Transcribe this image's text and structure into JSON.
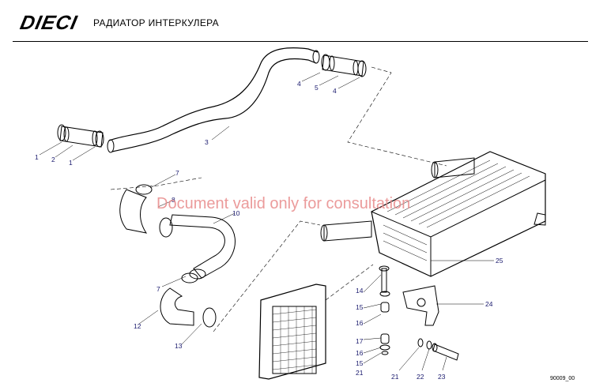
{
  "header": {
    "logo": "DIECI",
    "title": "РАДИАТОР ИНТЕРКУЛЕРА"
  },
  "watermark": "Document valid only for consultation",
  "doc_number": "90009_00",
  "callouts": {
    "c1a": "1",
    "c2": "2",
    "c1b": "1",
    "c3": "3",
    "c4a": "4",
    "c5": "5",
    "c4b": "4",
    "c7a": "7",
    "c8": "8",
    "c10": "10",
    "c7b": "7",
    "c12": "12",
    "c13": "13",
    "c14": "14",
    "c15a": "15",
    "c16a": "16",
    "c17": "17",
    "c16b": "16",
    "c15b": "15",
    "c21a": "21",
    "c21b": "21",
    "c22": "22",
    "c23": "23",
    "c24": "24",
    "c25": "25"
  }
}
